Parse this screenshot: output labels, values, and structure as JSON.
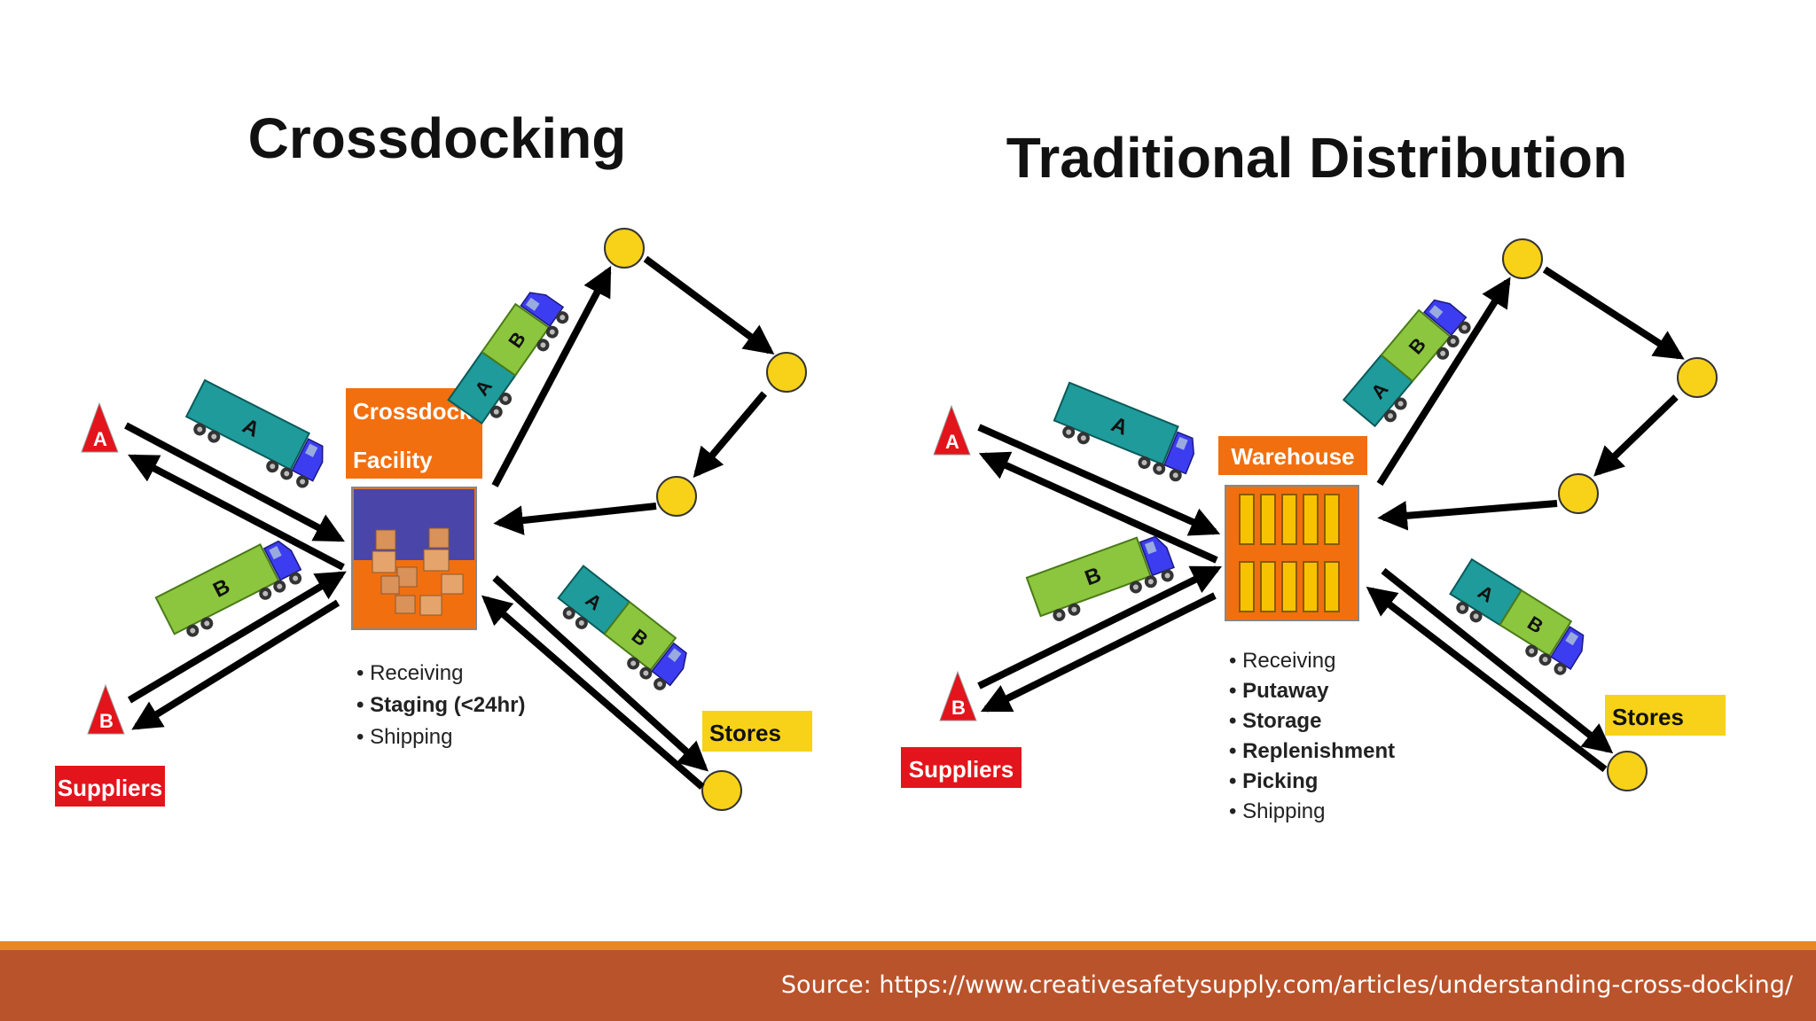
{
  "crossdocking": {
    "title": "Crossdocking",
    "facility_label_line1": "Crossdock",
    "facility_label_line2": "Facility",
    "steps": [
      "• Receiving",
      "• Staging (<24hr)",
      "• Shipping"
    ],
    "suppliers_label": "Suppliers",
    "stores_label": "Stores",
    "supplier_a": "A",
    "supplier_b": "B"
  },
  "traditional": {
    "title": "Traditional Distribution",
    "warehouse_label": "Warehouse",
    "steps": [
      "• Receiving",
      "• Putaway",
      "• Storage",
      "• Replenishment",
      "• Picking",
      "• Shipping"
    ],
    "suppliers_label": "Suppliers",
    "stores_label": "Stores",
    "supplier_a": "A",
    "supplier_b": "B"
  },
  "truck_labels": {
    "a": "A",
    "b": "B"
  },
  "footer": {
    "source": "Source: https://www.creativesafetysupply.com/articles/understanding-cross-docking/"
  },
  "colors": {
    "supplier_red": "#e3141b",
    "facility_orange": "#f26f0f",
    "store_yellow": "#f7d219",
    "truck_teal": "#1f9b9b",
    "truck_green": "#8cc63e",
    "cab_blue": "#3c3cf0",
    "footer_orange": "#b9532b"
  },
  "icons": [
    "truck-icon",
    "supplier-triangle-icon",
    "store-circle-icon",
    "boxes-icon",
    "pallet-rack-icon"
  ]
}
